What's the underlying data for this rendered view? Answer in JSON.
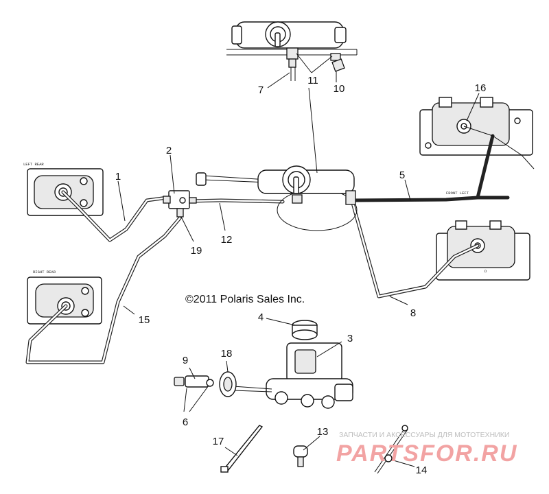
{
  "diagram": {
    "copyright": "©2011 Polaris Sales Inc.",
    "location_labels": {
      "left_rear": "LEFT REAR",
      "right_rear": "RIGHT REAR",
      "front_left": "FRONT LEFT",
      "front_right": "D"
    },
    "callouts": [
      "1",
      "2",
      "3",
      "4",
      "5",
      "6",
      "7",
      "8",
      "9",
      "10",
      "11",
      "12",
      "13",
      "14",
      "15",
      "16",
      "17",
      "18",
      "19"
    ],
    "watermark": {
      "tagline": "ЗАПЧАСТИ И АКСЕССУАРЫ ДЛЯ МОТОТЕХНИКИ",
      "brand": "PARTSFOR.RU"
    }
  }
}
